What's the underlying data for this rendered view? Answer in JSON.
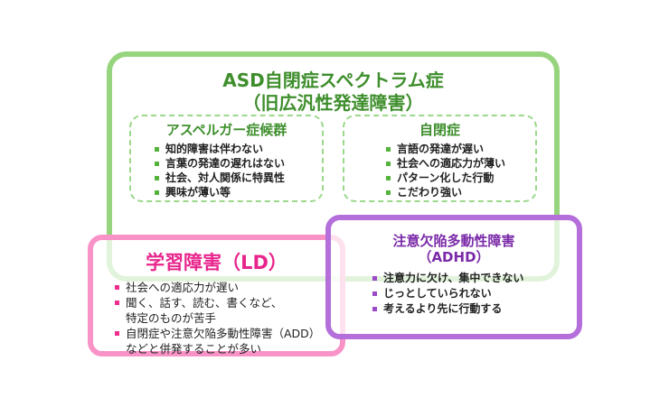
{
  "asd": {
    "title_line1": "ASD自閉症スペクトラム症",
    "title_line2": "（旧広汎性発達障害）",
    "color": "#97d47e",
    "asperger": {
      "title": "アスペルガー症候群",
      "items": [
        "知的障害は伴わない",
        "言葉の発達の遅れはない",
        "社会、対人関係に特異性",
        "興味が薄い等"
      ]
    },
    "autism": {
      "title": "自閉症",
      "items": [
        "言語の発達が遅い",
        "社会への適応力が薄い",
        "パターン化した行動",
        "こだわり強い"
      ]
    }
  },
  "ld": {
    "title": "学習障害（LD）",
    "color": "#f993c7",
    "items": [
      {
        "line1": "社会への適応力が遅い",
        "line2": ""
      },
      {
        "line1": "聞く、話す、読む、書くなど、",
        "line2": "特定のものが苦手"
      },
      {
        "line1": "自閉症や注意欠陥多動性障害（ADD）",
        "line2": "などと併発することが多い"
      }
    ]
  },
  "adhd": {
    "title_line1": "注意欠陥多動性障害",
    "title_line2": "（ADHD）",
    "color": "#b46fda",
    "items": [
      "注意力に欠け、集中できない",
      "じっとしていられない",
      "考えるより先に行動する"
    ]
  }
}
